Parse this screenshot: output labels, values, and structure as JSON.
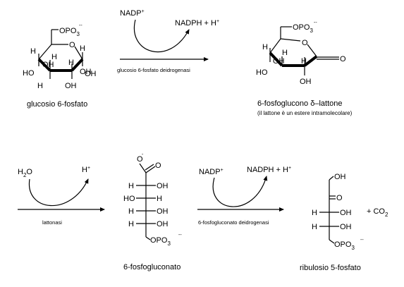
{
  "molecules": {
    "glucose": {
      "name": "glucosio 6-fosfato",
      "phosphate": "OPO",
      "phosphate_sub": "3",
      "phosphate_charge": "--",
      "ring_O": "O",
      "atoms": [
        "H",
        "H",
        "H",
        "H",
        "H",
        "OH",
        "OH",
        "OH",
        "HO",
        "OH"
      ]
    },
    "lactone": {
      "name": "6-fosfoglucono δ–lattone",
      "note": "(il lattone è un estere intramolecolare)",
      "phosphate": "OPO",
      "phosphate_sub": "3",
      "phosphate_charge": "--",
      "ring_O": "O",
      "carbonyl_O": "O",
      "atoms": [
        "H",
        "H",
        "H",
        "OH",
        "HO",
        "OH"
      ]
    },
    "gluconate": {
      "name": "6-fosfogluconato",
      "carboxyl_O_top": "O",
      "carboxyl_charge": "-",
      "carboxyl_O_right": "O",
      "rows": [
        {
          "left": "H",
          "right": "OH"
        },
        {
          "left": "HO",
          "right": "H"
        },
        {
          "left": "H",
          "right": "OH"
        },
        {
          "left": "H",
          "right": "OH"
        }
      ],
      "phosphate": "OPO",
      "phosphate_sub": "3",
      "phosphate_charge": "--"
    },
    "ribulose": {
      "name": "ribulosio 5-fosfato",
      "top": "OH",
      "carbonyl_O": "O",
      "rows": [
        {
          "left": "H",
          "right": "OH"
        },
        {
          "left": "H",
          "right": "OH"
        }
      ],
      "phosphate": "OPO",
      "phosphate_sub": "3",
      "phosphate_charge": "--",
      "byproduct": "+ CO",
      "byproduct_sub": "2"
    }
  },
  "reactions": [
    {
      "enzyme": "glucosio 6-fosfato deidrogenasi",
      "cofactor_in": "NADP",
      "cofactor_in_sup": "+",
      "cofactor_out": "NADPH + H",
      "cofactor_out_sup": "+"
    },
    {
      "enzyme": "lattonasi",
      "cofactor_in": "H",
      "cofactor_in_sub": "2",
      "cofactor_in_rest": "O",
      "cofactor_out": "H",
      "cofactor_out_sup": "+"
    },
    {
      "enzyme": "6-fosfogluconato deidrogenasi",
      "cofactor_in": "NADP",
      "cofactor_in_sup": "+",
      "cofactor_out": "NADPH + H",
      "cofactor_out_sup": "+"
    }
  ]
}
